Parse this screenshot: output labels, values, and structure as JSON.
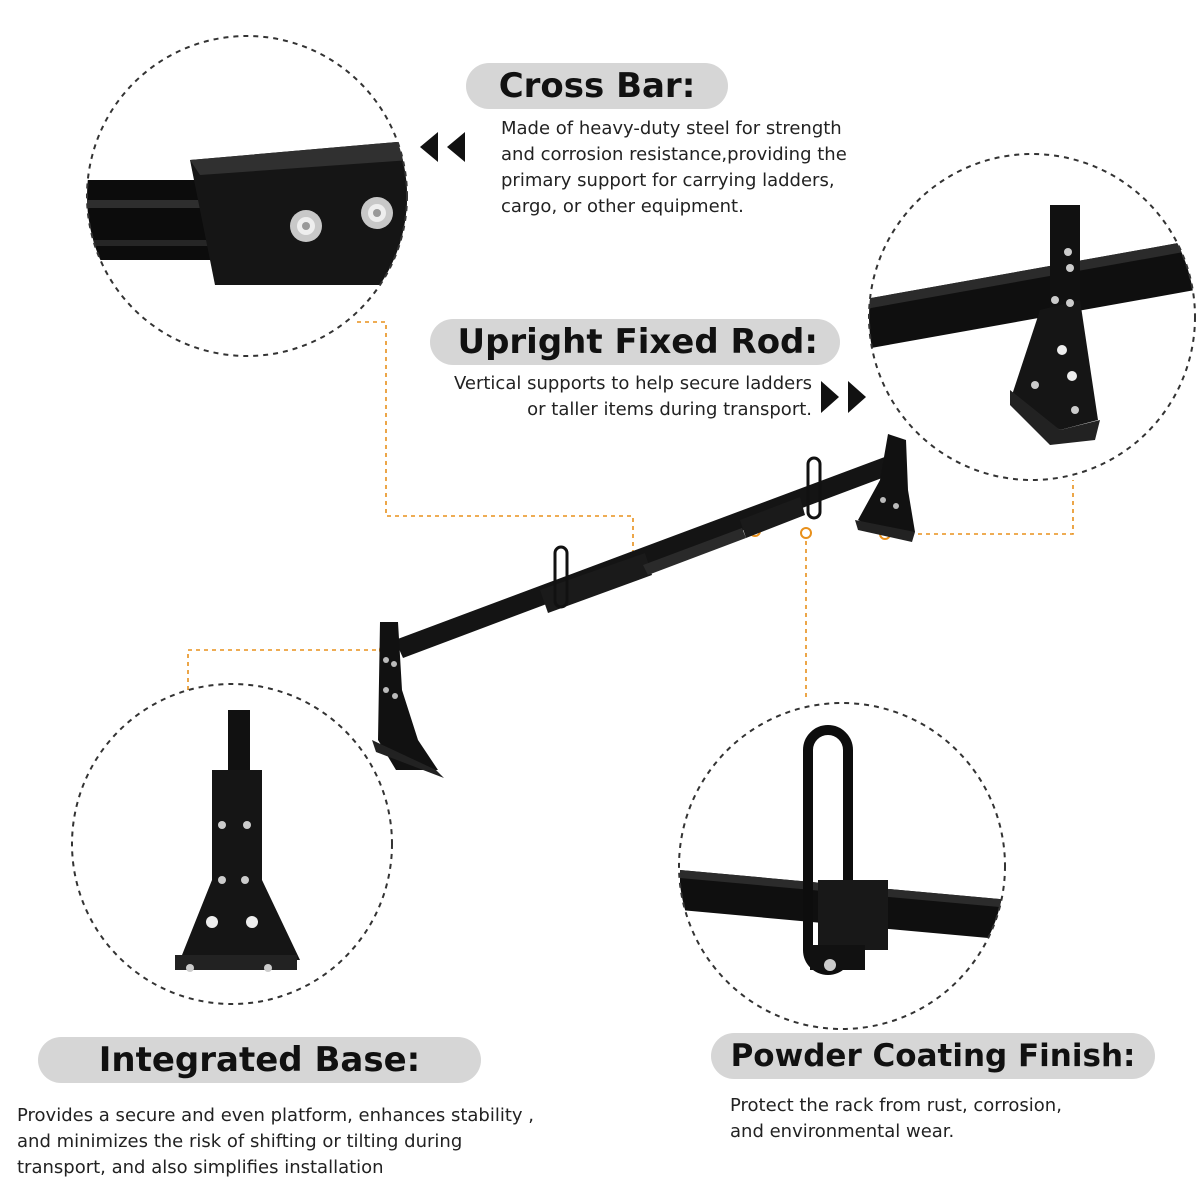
{
  "features": [
    {
      "title": "Cross Bar:",
      "lines": [
        "Made of heavy-duty steel for strength",
        "and corrosion resistance,providing the",
        "primary support for carrying ladders,",
        "cargo, or other equipment."
      ]
    },
    {
      "title": "Upright Fixed Rod:",
      "lines": [
        "Vertical supports to help secure ladders",
        "or taller items during transport."
      ]
    },
    {
      "title": "Integrated Base:",
      "lines": [
        "Provides a secure and even platform, enhances stability ,",
        "and minimizes the risk of shifting or tilting during",
        "transport, and also simplifies installation"
      ]
    },
    {
      "title": "Powder Coating Finish:",
      "lines": [
        "Protect the rack from rust, corrosion,",
        "and environmental wear."
      ]
    }
  ],
  "colors": {
    "accent": "#e8901c",
    "pill": "#d6d6d6",
    "steel": "#111111",
    "bolt": "#c8c8c8"
  },
  "icons": {
    "left_arrows": "double-triangle-left-icon",
    "right_arrows": "double-triangle-right-icon"
  }
}
